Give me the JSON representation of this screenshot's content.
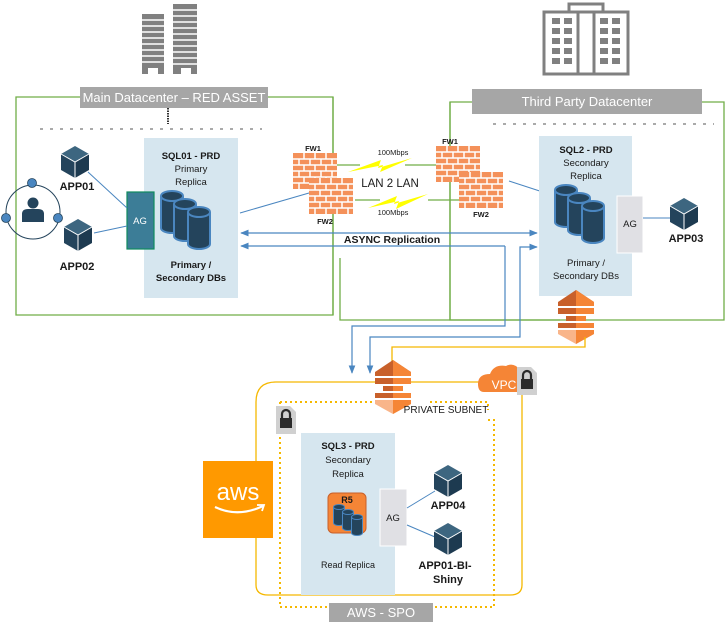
{
  "main_datacenter": {
    "title": "Main Datacenter – RED ASSET",
    "icon": "office-building-icon",
    "sql_server": {
      "name": "SQL01 - PRD",
      "role_line1": "Primary",
      "role_line2": "Replica",
      "db_line1": "Primary /",
      "db_line2": "Secondary DBs",
      "ag_label": "AG"
    },
    "apps": [
      "APP01",
      "APP02"
    ],
    "users_icon": "user-group-icon"
  },
  "third_party_datacenter": {
    "title": "Third Party Datacenter",
    "icon": "office-building-icon",
    "sql_server": {
      "name": "SQL2 - PRD",
      "role_line1": "Secondary",
      "role_line2": "Replica",
      "db_line1": "Primary /",
      "db_line2": "Secondary DBs",
      "ag_label": "AG"
    },
    "apps": [
      "APP03"
    ]
  },
  "network": {
    "firewalls_left": [
      "FW1",
      "FW2"
    ],
    "firewalls_right": [
      "FW1",
      "FW2"
    ],
    "link_label": "LAN 2 LAN",
    "bandwidth_top": "100Mbps",
    "bandwidth_bottom": "100Mbps",
    "replication_label": "ASYNC Replication"
  },
  "aws": {
    "title": "AWS - SPO",
    "logo_text": "aws",
    "vpc_label": "VPC",
    "subnet_label": "PRIVATE SUBNET",
    "sql_server": {
      "name": "SQL3 - PRD",
      "role_line1": "Secondary",
      "role_line2": "Replica",
      "rds_label": "R5",
      "db_label": "Read Replica",
      "ag_label": "AG"
    },
    "apps": [
      "APP04",
      "APP01-BI-",
      "Shiny"
    ]
  },
  "colors": {
    "datacenter_border": "#70ad47",
    "aws_border": "#f5b800",
    "connector_blue": "#4a86c0",
    "server_panel": "#d6e6ef",
    "banner_gray": "#a6a6a6",
    "firewall_orange": "#f4915a",
    "aws_orange": "#ff9900",
    "db_navy": "#24445c",
    "ag_teal": "#3c7d97",
    "lightning_yellow": "#ffff00"
  }
}
